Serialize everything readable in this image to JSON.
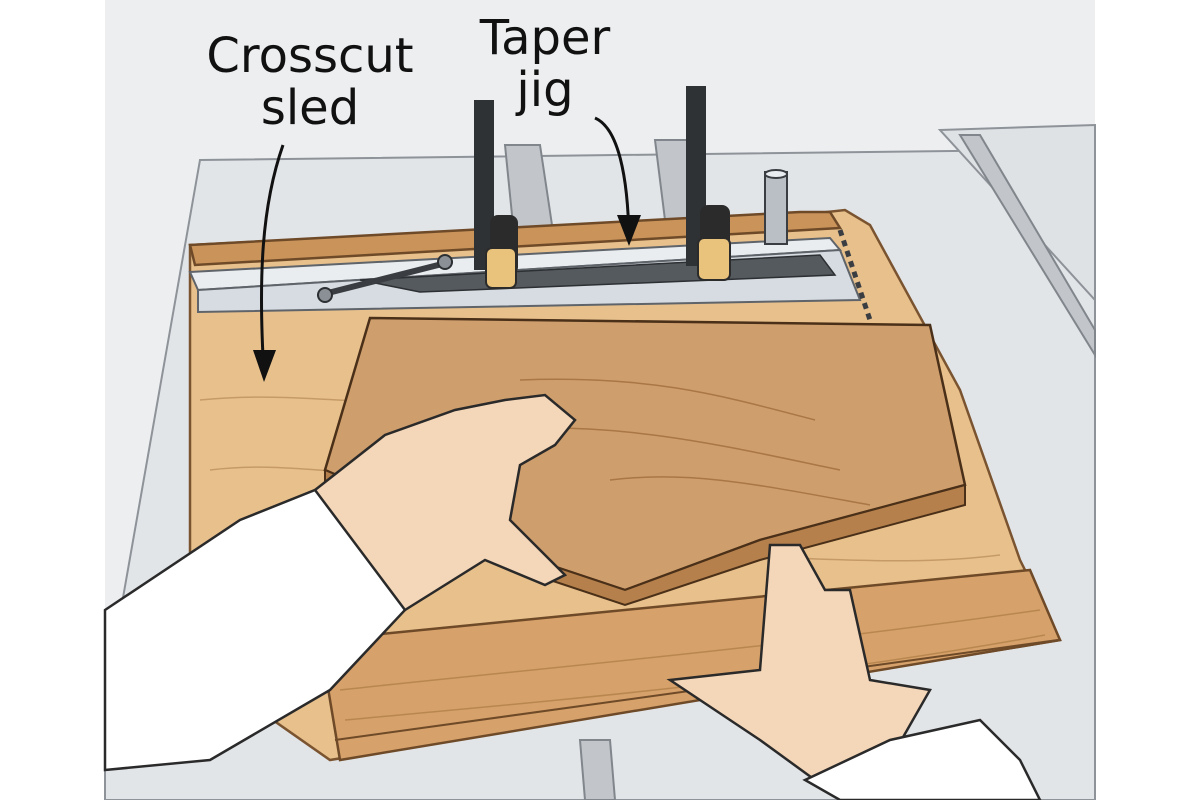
{
  "labels": {
    "crosscut_line1": "Crosscut",
    "crosscut_line2": "sled",
    "taper_line1": "Taper",
    "taper_line2": "jig"
  },
  "colors": {
    "background": "#ffffff",
    "saw_table": "#e6e8eb",
    "saw_table_shadow": "#c9cdd2",
    "table_slot": "#b8bcc1",
    "sled_base": "#e6bd87",
    "sled_fence": "#d3a36a",
    "workpiece": "#c99462",
    "workpiece_edge": "#b07c4c",
    "jig_metal": "#d6dde3",
    "clamp": "#2b2b2b",
    "sleeve": "#ffffff",
    "skin": "#f3d3b4",
    "outline": "#2a2a2a"
  },
  "icons": {
    "clamp_left": "bar-clamp-icon",
    "clamp_right": "bar-clamp-icon",
    "stop_pin": "stop-pin-icon"
  }
}
